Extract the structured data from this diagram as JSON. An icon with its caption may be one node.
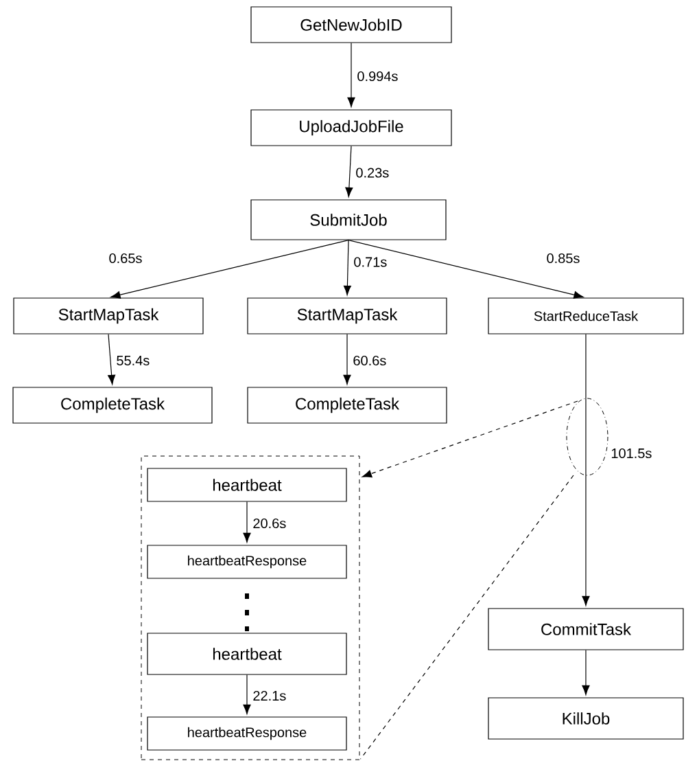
{
  "diagram": {
    "nodes": [
      {
        "text": [
          "GetNewJobID"
        ]
      },
      {
        "text": [
          "UploadJobFile"
        ]
      },
      {
        "text": [
          "SubmitJob"
        ]
      },
      {
        "text": [
          "StartMapTask"
        ]
      },
      {
        "text": [
          "StartMapTask"
        ]
      },
      {
        "text": [
          "StartReduceTask"
        ]
      },
      {
        "text": [
          "CompleteTask"
        ]
      },
      {
        "text": [
          "CompleteTask"
        ]
      },
      {
        "text": [],
        "shape": "box"
      },
      {
        "text": [
          "heartbeat"
        ],
        "in": 8
      },
      {
        "text": [
          "heartbeatResponse"
        ],
        "in": 8
      },
      {
        "text": [
          "heartbeat"
        ],
        "in": 8
      },
      {
        "text": [
          "heartbeatResponse"
        ],
        "in": 8
      },
      {
        "text": [
          "CommitTask"
        ]
      },
      {
        "text": [
          "KillJob"
        ]
      }
    ],
    "edges": [
      {
        "from": 0,
        "to": 1,
        "arrow": "to",
        "label": "0.994s"
      },
      {
        "from": 1,
        "to": 2,
        "arrow": "to",
        "label": "0.23s"
      },
      {
        "from": 2,
        "to": 3,
        "arrow": "to",
        "label": "0.65s"
      },
      {
        "from": 2,
        "to": 4,
        "arrow": "to",
        "label": "0.71s"
      },
      {
        "from": 2,
        "to": 5,
        "arrow": "to",
        "label": "0.85s"
      },
      {
        "from": 3,
        "to": 6,
        "arrow": "to",
        "label": "55.4s"
      },
      {
        "from": 4,
        "to": 7,
        "arrow": "to",
        "label": "60.6s"
      },
      {
        "from": 5,
        "to": 13,
        "arrow": "to",
        "label": "101.5s"
      },
      {
        "from": 13,
        "to": 14,
        "arrow": "to"
      },
      {
        "from": 9,
        "to": 10,
        "arrow": "to",
        "label": "20.6s"
      },
      {
        "from": 11,
        "to": 12,
        "arrow": "to",
        "label": "22.1s"
      },
      {
        "from": null,
        "to": 8,
        "arrow": "to",
        "style": "dashed"
      },
      {
        "from": null,
        "to": 8,
        "arrow": "none",
        "style": "dashed"
      }
    ]
  }
}
